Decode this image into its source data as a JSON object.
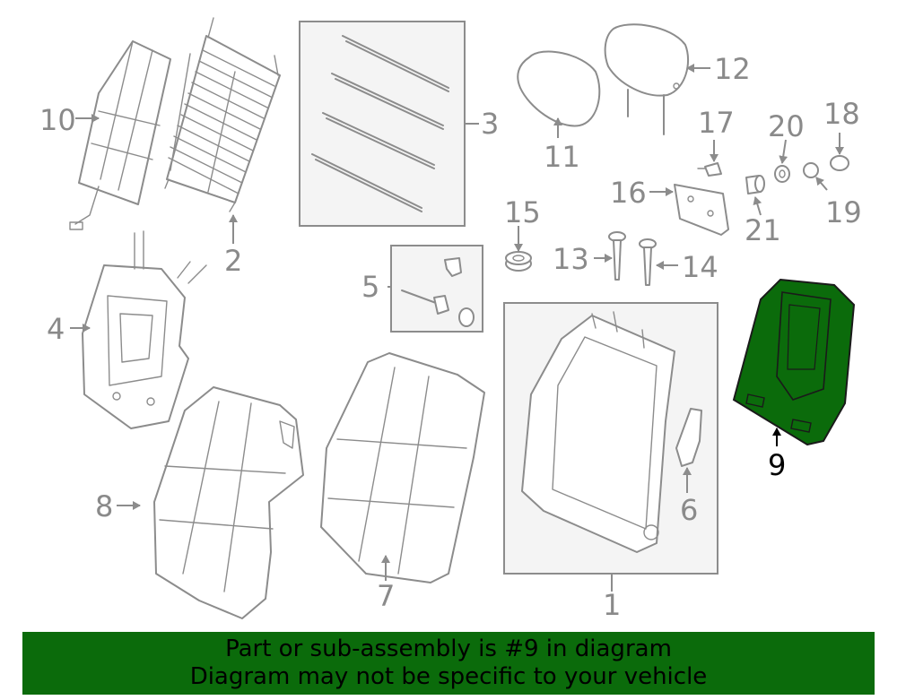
{
  "diagram": {
    "callouts": [
      "1",
      "2",
      "3",
      "4",
      "5",
      "6",
      "7",
      "8",
      "9",
      "10",
      "11",
      "12",
      "13",
      "14",
      "15",
      "16",
      "17",
      "18",
      "19",
      "20",
      "21"
    ],
    "highlighted_part": "9",
    "highlight_color": "#0b6b0b",
    "line_color": "#8c8c8c"
  },
  "banner": {
    "line1": "Part or sub-assembly is #9 in diagram",
    "line2": "Diagram may not be specific to your vehicle",
    "background_color": "#0b6b0b"
  }
}
